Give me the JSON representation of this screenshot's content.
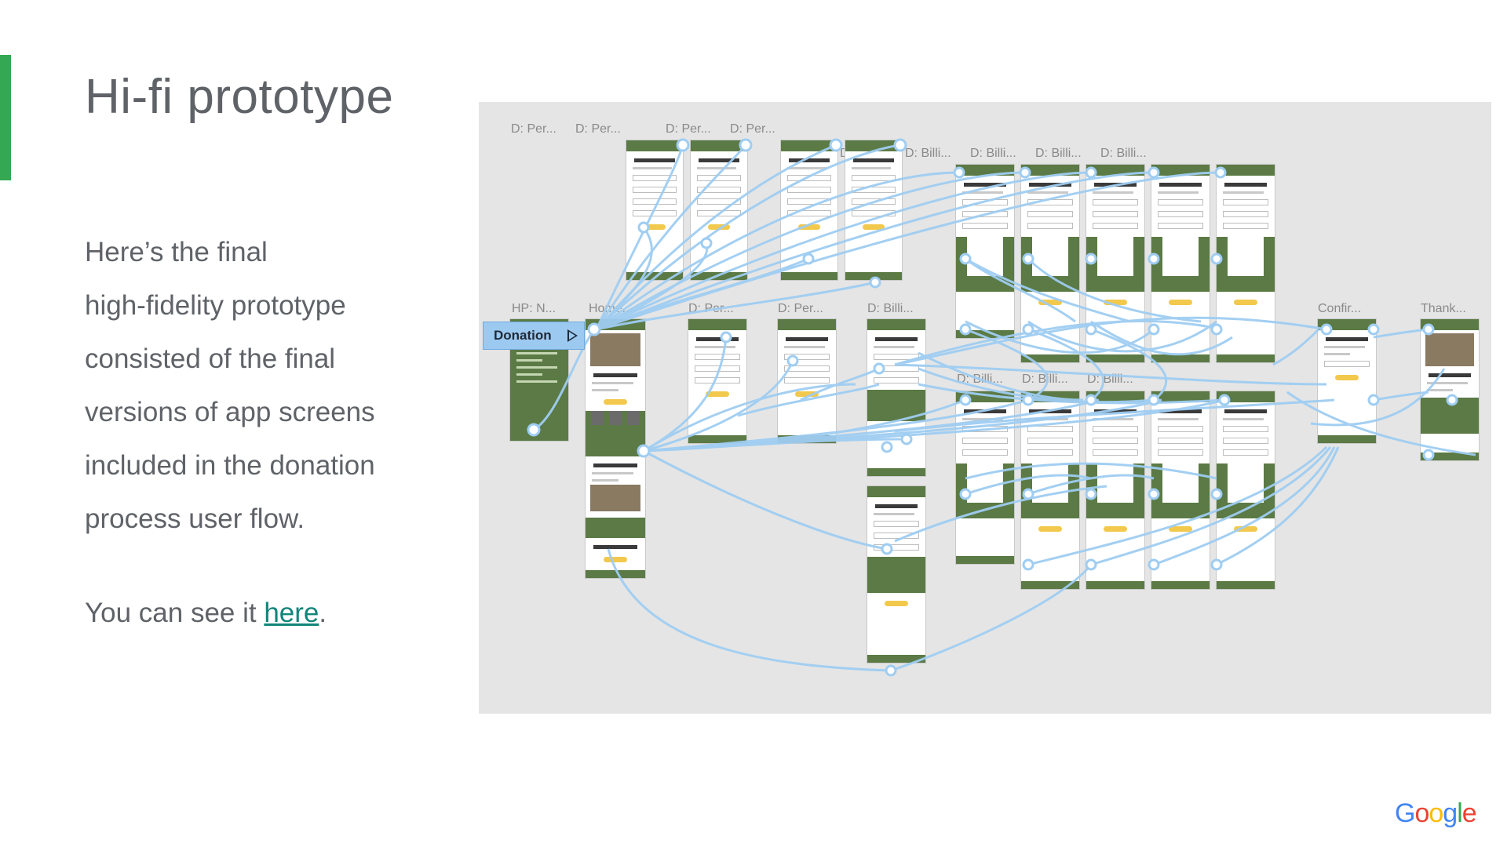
{
  "slide": {
    "title": "Hi-fi prototype",
    "body_lines": [
      "Here’s the final",
      "high-fidelity prototype",
      "consisted of the final",
      "versions of app screens",
      "included in the donation",
      "process user flow."
    ],
    "see_it_prefix": "You can see it ",
    "see_it_link": "here",
    "see_it_suffix": ".",
    "accent_color": "#34a853",
    "link_color": "#12857b"
  },
  "prototype": {
    "start_flow_label": "Donation",
    "frame_labels": {
      "hp_nav": "HP: N...",
      "home": "Home...",
      "d_per": "D: Per...",
      "d_billi": "D: Billi...",
      "d_billi_short": "D: Billi...",
      "confirm": "Confir...",
      "thanks": "Thank..."
    },
    "wire_color": "#9fcdf2",
    "app_color": "#5b7a45"
  },
  "footer": {
    "logo_letters": [
      "G",
      "o",
      "o",
      "g",
      "l",
      "e"
    ]
  }
}
